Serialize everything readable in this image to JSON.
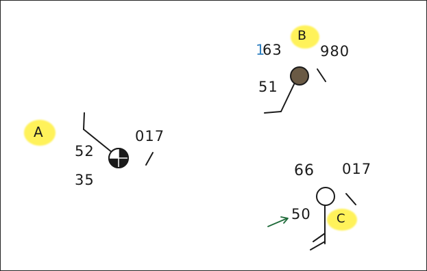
{
  "stations": [
    {
      "id": "A",
      "station_label": "A",
      "temperature": "52",
      "dewpoint": "35",
      "pressure": "017",
      "cloud_cover": "partial (3/4 filled circle)",
      "colors": {
        "ink": "#1a1a1a",
        "highlight": "#fff25a"
      }
    },
    {
      "id": "B",
      "station_label": "B",
      "temperature_prefix": "1",
      "temperature": "63",
      "dewpoint": "51",
      "pressure": "980",
      "cloud_cover": "overcast (filled circle)",
      "colors": {
        "ink": "#1a1a1a",
        "fill": "#6a5a45",
        "prefix": "#2f7fc0",
        "highlight": "#fff25a"
      }
    },
    {
      "id": "C",
      "station_label": "C",
      "temperature": "66",
      "dewpoint": "50",
      "pressure": "017",
      "cloud_cover": "clear (empty circle)",
      "colors": {
        "ink": "#1a1a1a",
        "arrow": "#1f6b3a",
        "highlight": "#fff25a"
      }
    }
  ]
}
